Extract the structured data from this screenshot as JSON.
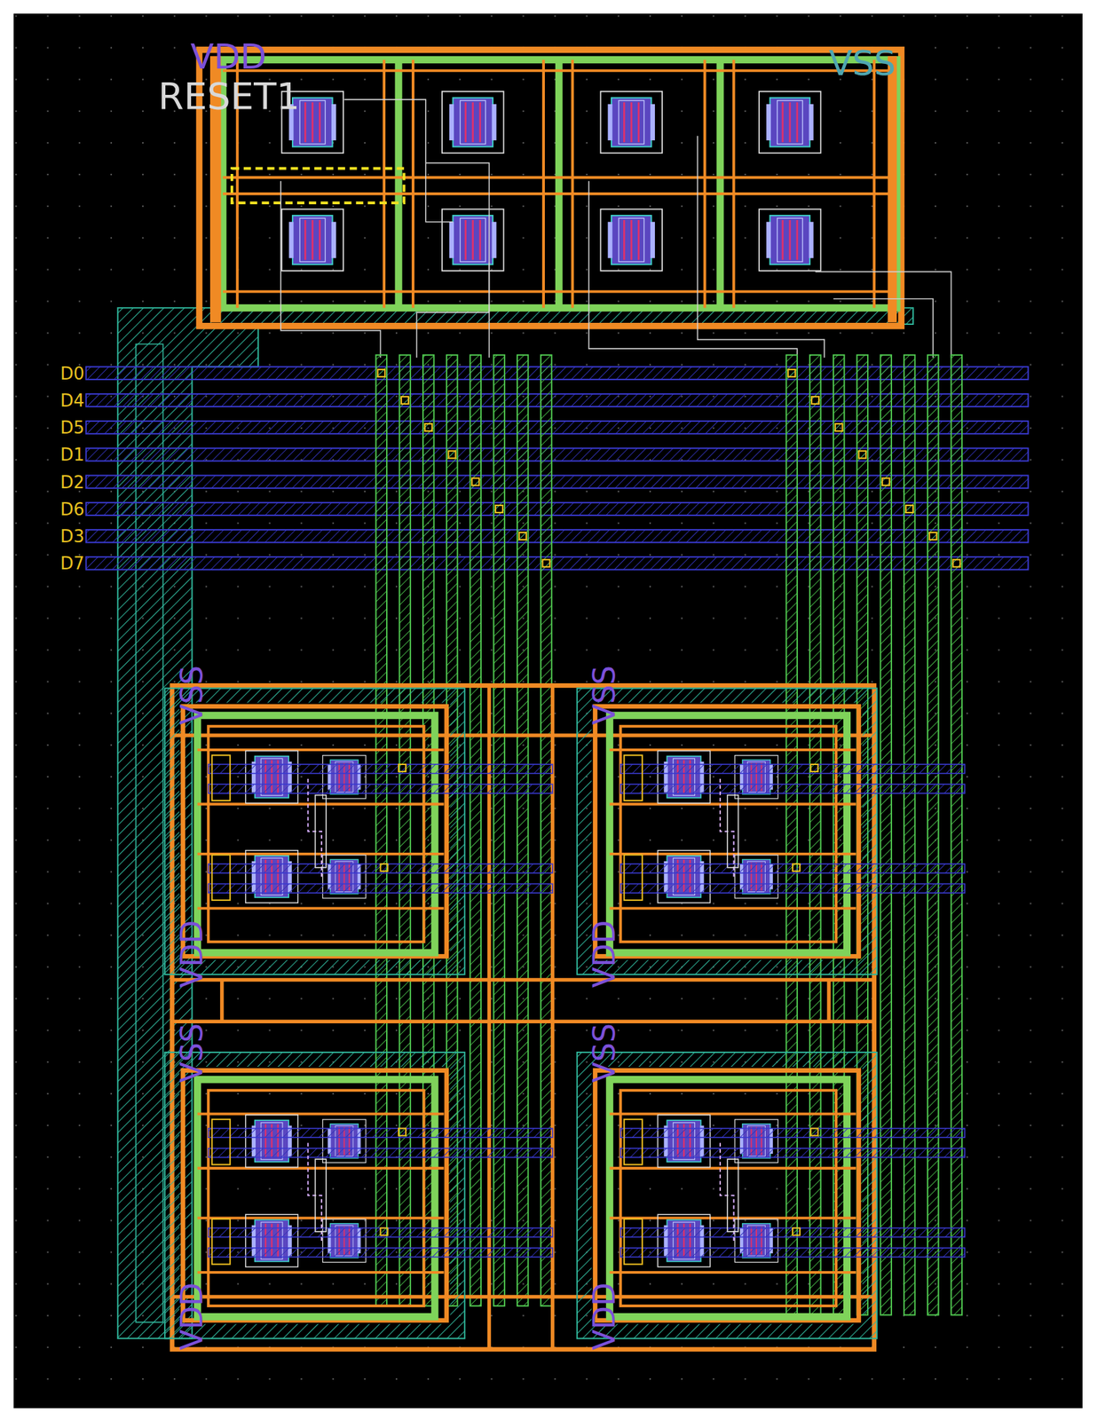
{
  "diagram": {
    "labels": [
      "VDD",
      "RESET1",
      "VSS",
      "D0",
      "D4",
      "D5",
      "D1",
      "D2",
      "D6",
      "D3",
      "D7",
      "VSS",
      "VSS",
      "VDD",
      "VDD",
      "VSS",
      "VSS",
      "VDD",
      "VDD"
    ]
  }
}
